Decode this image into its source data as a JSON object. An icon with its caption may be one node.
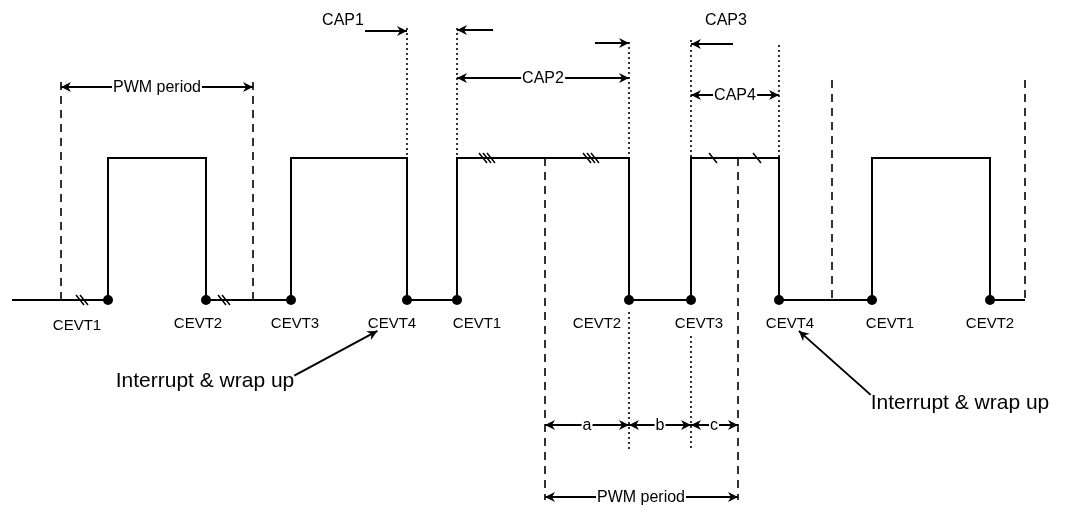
{
  "diagram": {
    "nodes": [
      {
        "text": [
          "Interrupt & wrap up"
        ]
      },
      {
        "text": [
          "CEVT4"
        ]
      },
      {
        "text": [
          "CEVT4"
        ]
      },
      {
        "text": [
          "Interrupt & wrap up"
        ]
      }
    ],
    "edges": [
      {
        "from": 0,
        "to": 1,
        "arrow": "to"
      },
      {
        "from": 3,
        "to": 2,
        "arrow": "to"
      }
    ],
    "labels": [
      "PWM period",
      "CAP1",
      "CAP2",
      "CAP3",
      "CAP4",
      "CEVT1",
      "CEVT2",
      "CEVT3",
      "CEVT1",
      "CEVT2",
      "CEVT3",
      "CEVT1",
      "CEVT2",
      "a",
      "b",
      "c",
      "PWM period"
    ]
  }
}
